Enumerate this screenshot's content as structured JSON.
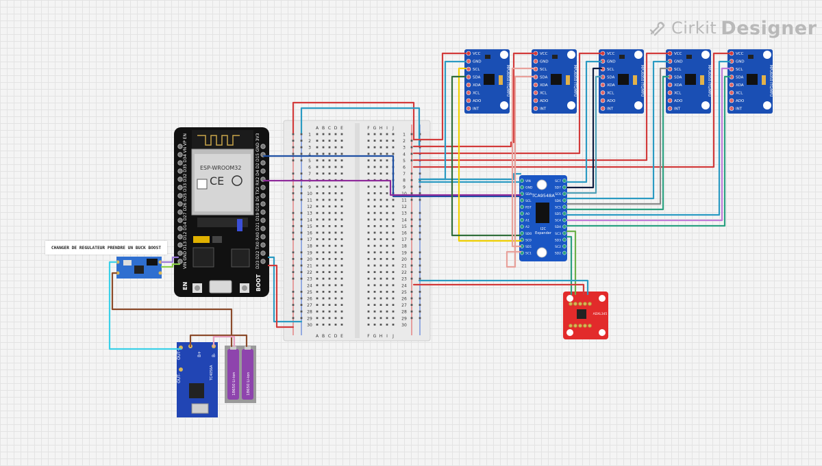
{
  "app": {
    "logo_part1": "Cirkit",
    "logo_part2": "Designer"
  },
  "note": {
    "text": "CHANGER DE REGULATEUR PRENDRE UN BUCK BOOST"
  },
  "esp32": {
    "module": "ESP-WROOM32",
    "en_label": "EN",
    "boot_label": "BOOT",
    "left_pins": "VIN GND D13 D12 D14 D27 D26 D25 D33 D32 D35 D34 VN VP EN",
    "right_pins": "D23 D22 TX0 RX0 D21 D19 D18 D5 TX2 RX2 D4 D2 D15 GND 3V3"
  },
  "breadboard": {
    "cols_left": [
      "A",
      "B",
      "C",
      "D",
      "E"
    ],
    "cols_right": [
      "F",
      "G",
      "H",
      "I",
      "J"
    ],
    "rows": 30
  },
  "mpu": {
    "pins": [
      "VCC",
      "GND",
      "SCL",
      "SDA",
      "XDA",
      "XCL",
      "ADO",
      "INT"
    ],
    "label": "MPU6050 ITG/MPU"
  },
  "tca": {
    "title": "TCA9548A",
    "sub1": "I2C",
    "sub2": "Expander",
    "left_pins": [
      "VIN",
      "GND",
      "SDA",
      "SCL",
      "RST",
      "A0",
      "A1",
      "A2",
      "SD0",
      "SC0",
      "SD1",
      "SC1"
    ],
    "right_pins": [
      "SC7",
      "SD7",
      "SC6",
      "SD6",
      "SC5",
      "SD5",
      "SC4",
      "SD4",
      "SC3",
      "SD3",
      "SC2",
      "SD2"
    ]
  },
  "charger": {
    "out_plus": "OUT+",
    "out_minus": "OUT-",
    "b_plus": "B+",
    "b_minus": "B-",
    "chip": "TC4056A"
  },
  "battery": {
    "label1": "18650 Li-ion",
    "label2": "18650 Li-ion"
  },
  "sparkfun": {
    "label": "ADXL345"
  }
}
